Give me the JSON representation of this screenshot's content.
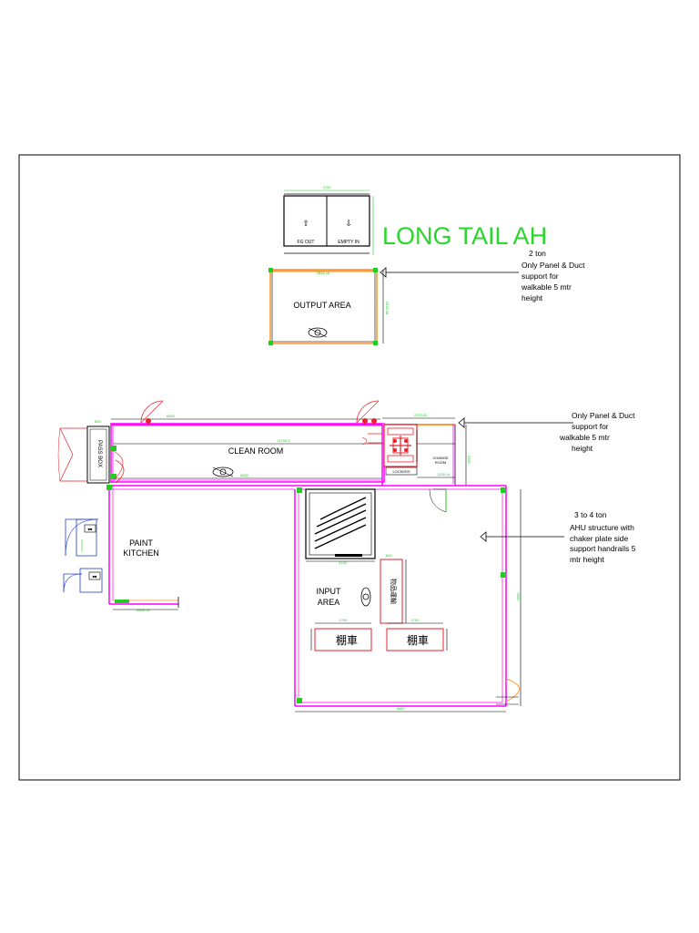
{
  "title": "LONG TAIL AH",
  "rooms": {
    "output_area": "OUTPUT AREA",
    "clean_room": "CLEAN ROOM",
    "paint_kitchen": [
      "PAINT",
      "KITCHEN"
    ],
    "input_area": [
      "INPUT",
      "AREA"
    ],
    "pass_box": "PASS BOX",
    "change_room": [
      "CHANGE",
      "ROOM"
    ],
    "lockers": "LOCKERS"
  },
  "gates": {
    "fg_out": "FG OUT",
    "empty_in": "EMPTY IN"
  },
  "carts": {
    "cart_1": "棚車",
    "cart_2": "棚車",
    "vertical_box": "物品運輸"
  },
  "notes": {
    "top_ahu": [
      "2 ton",
      "Only Panel & Duct",
      "support for",
      "walkable  5 mtr",
      "height"
    ],
    "middle_ahu": [
      "Only Panel & Duct",
      "support for",
      "walkable  5 mtr",
      "height"
    ],
    "right_ahu": [
      "3 to 4 ton",
      "AHU structure with",
      "chaker plate  side",
      "support handrails 5",
      "mtr height"
    ]
  },
  "dimensions": {
    "top_unit_width": "2700",
    "output_width": "2828.16",
    "output_height": "2928.98",
    "clean_top_left": "6400",
    "clean_top_right": "2370.61",
    "clean_inner": "14790.2",
    "clean_bottom": "6300",
    "change_room_width": "1328.14",
    "pass_box_width": "800",
    "kitchen_width": "2009.78",
    "input_cage": "2100",
    "input_box": "800",
    "cart_width_1": "1700",
    "cart_width_2": "1700",
    "right_height": "5900",
    "bottom_width": "9600"
  },
  "colors": {
    "wall_magenta": "#ff00ff",
    "wall_orange": "#ff9933",
    "red": "#e8212b",
    "green_dim": "#22cc22",
    "blue_line": "#1f3fd1",
    "title_green": "#2bd62b"
  }
}
